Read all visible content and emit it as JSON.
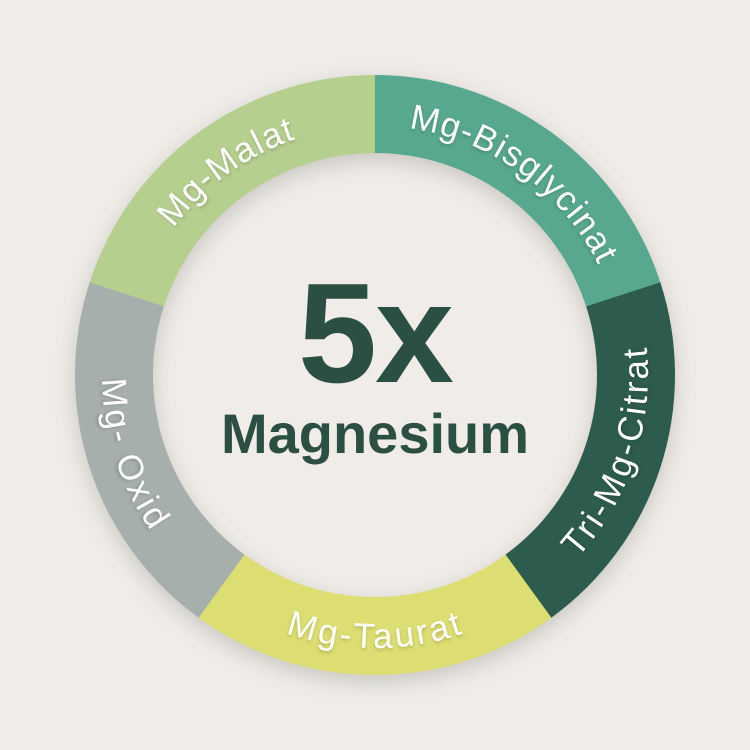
{
  "page": {
    "background_color": "#f0ede8"
  },
  "center": {
    "headline": "5x",
    "subline": "Magnesium",
    "text_color": "#2c4f44"
  },
  "chart_data": {
    "type": "pie",
    "subtype": "donut",
    "title": "5x Magnesium",
    "label_text_color": "#ffffff",
    "legend_position": "none",
    "segments": [
      {
        "label": "Mg-Bisglycinat",
        "share_pct": 20,
        "start_angle_deg": 0,
        "end_angle_deg": 72,
        "color": "#57a88e"
      },
      {
        "label": "Tri-Mg-Citrat",
        "share_pct": 20,
        "start_angle_deg": 72,
        "end_angle_deg": 144,
        "color": "#2d5c4e"
      },
      {
        "label": "Mg-Taurat",
        "share_pct": 20,
        "start_angle_deg": 144,
        "end_angle_deg": 216,
        "color": "#dcde72"
      },
      {
        "label": "Mg- Oxid",
        "share_pct": 20,
        "start_angle_deg": 216,
        "end_angle_deg": 288,
        "color": "#a6afab"
      },
      {
        "label": "Mg-Malat",
        "share_pct": 20,
        "start_angle_deg": 288,
        "end_angle_deg": 360,
        "color": "#b5cf8e"
      }
    ]
  }
}
